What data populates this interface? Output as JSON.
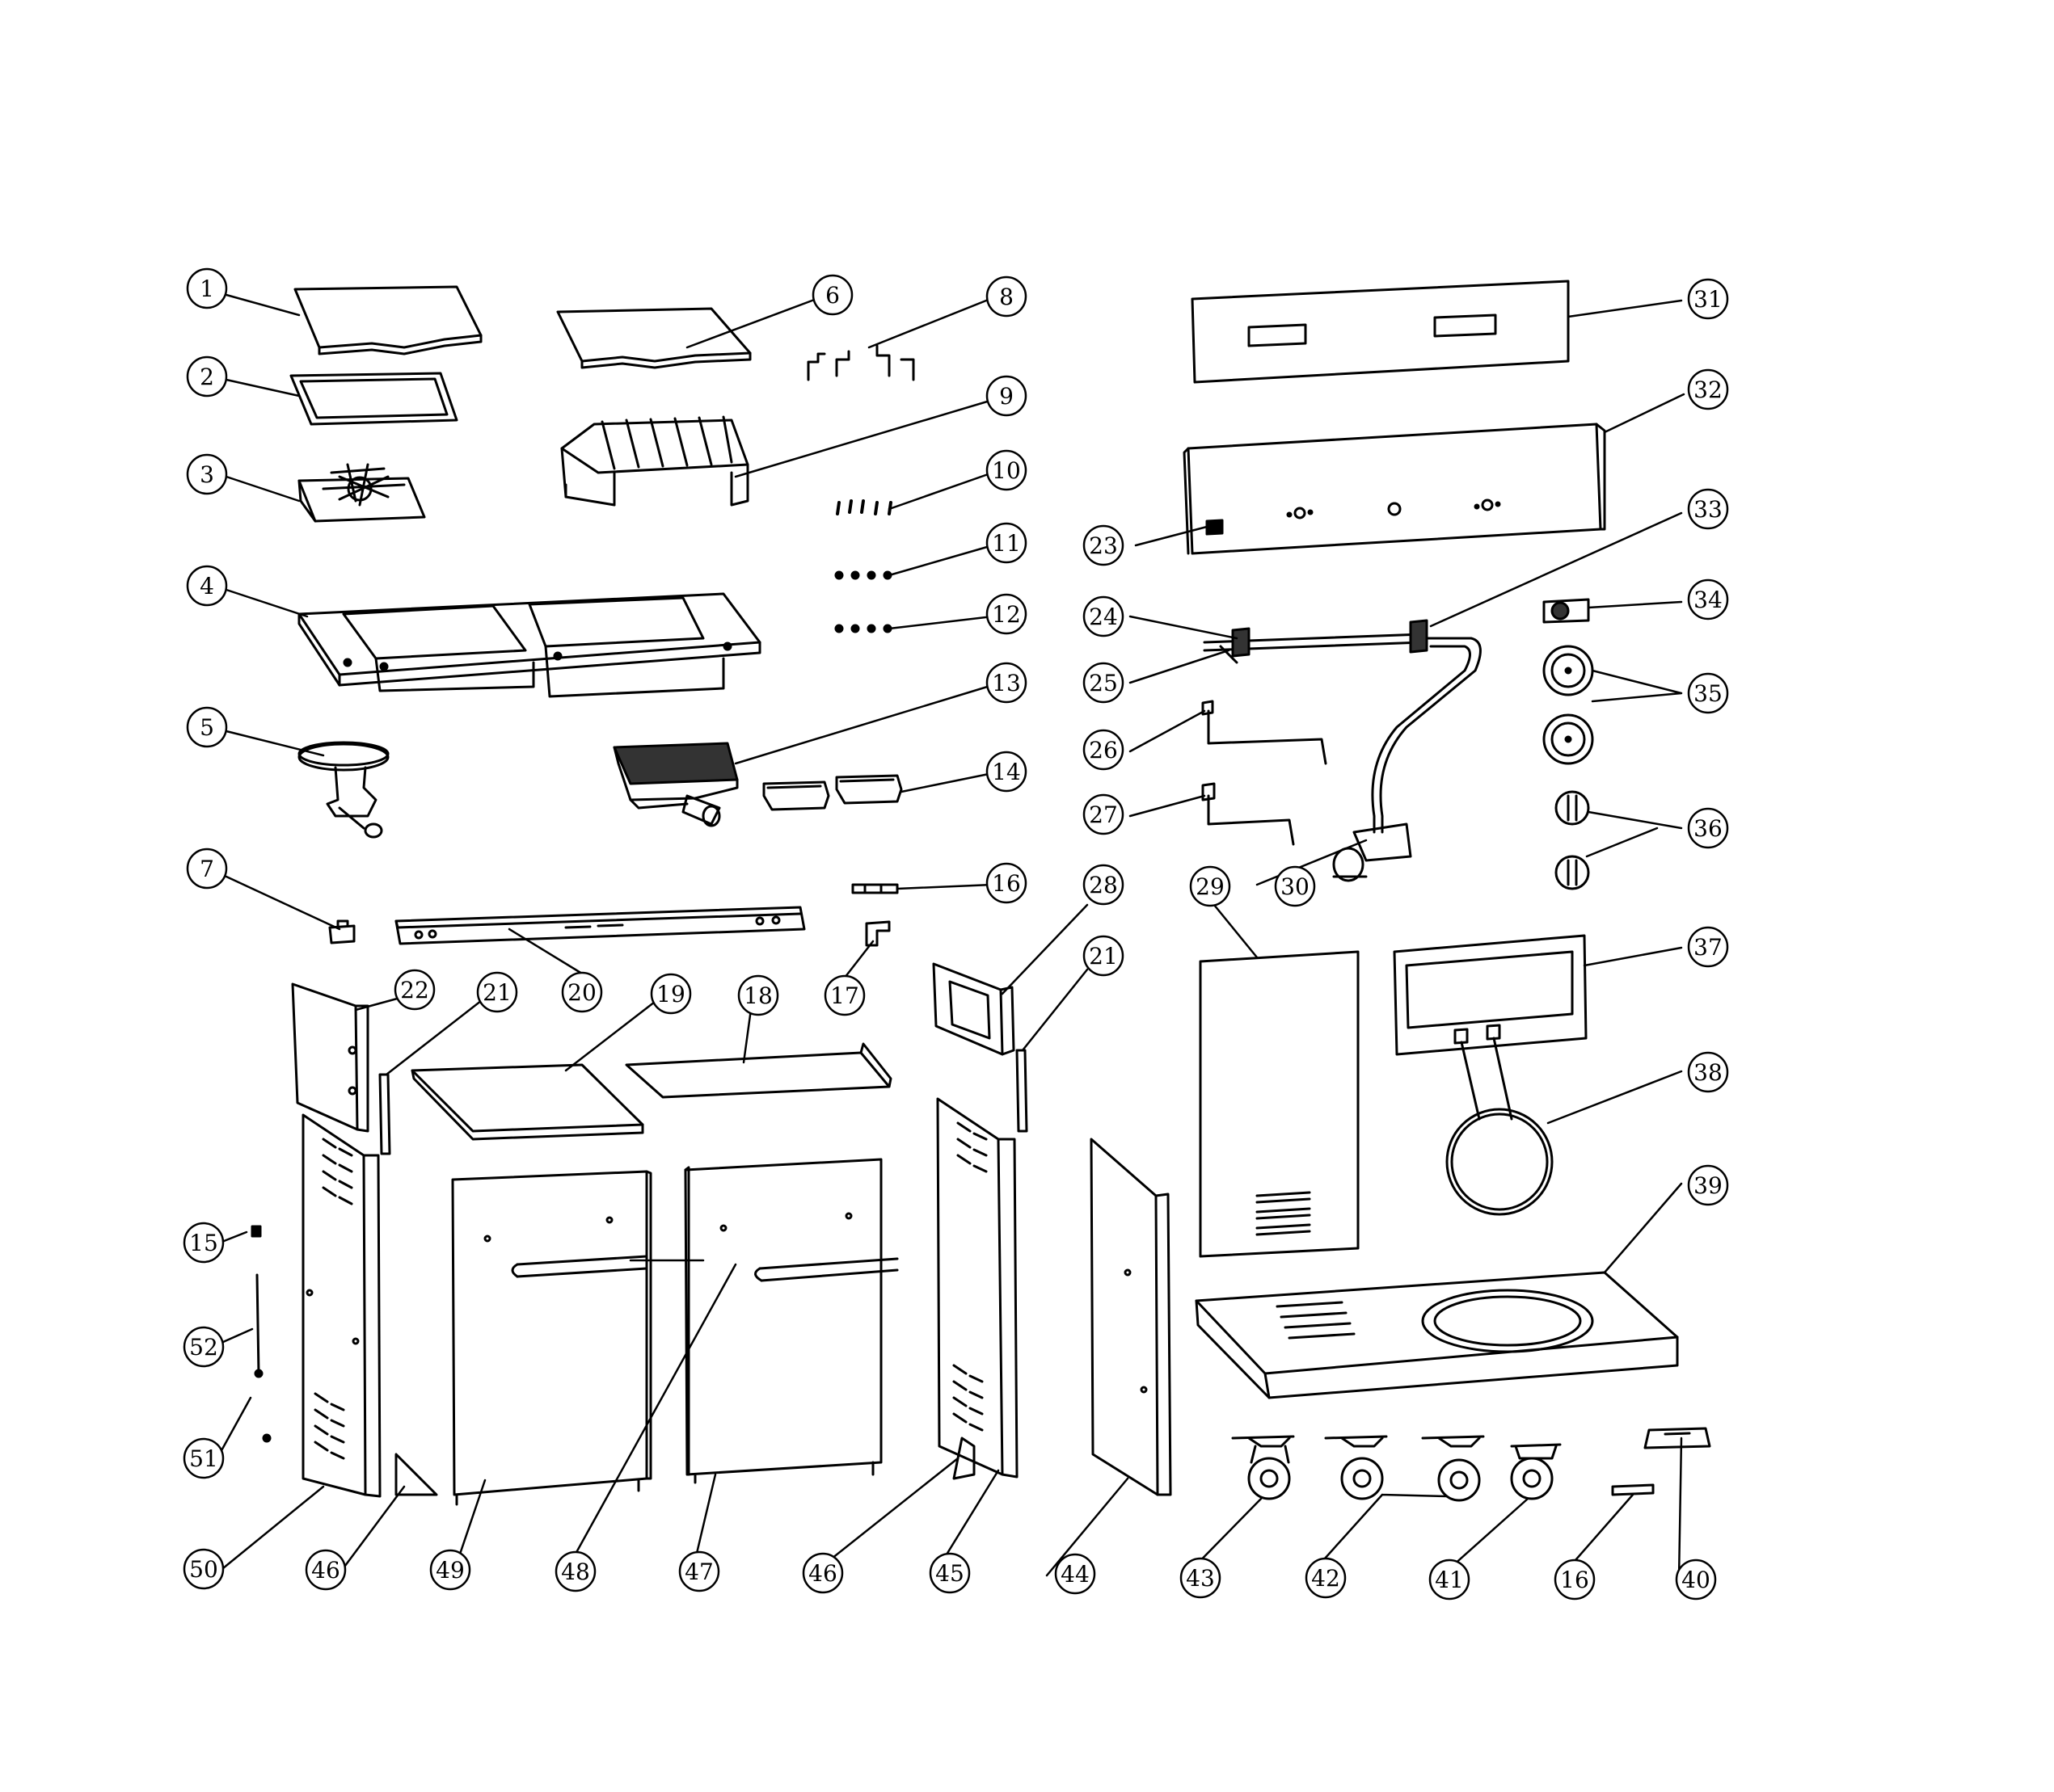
{
  "diagram": {
    "type": "exploded-parts-diagram",
    "line_color": "#000000",
    "background": "#ffffff",
    "callouts": [
      "1",
      "2",
      "3",
      "4",
      "5",
      "6",
      "7",
      "8",
      "9",
      "10",
      "11",
      "12",
      "13",
      "14",
      "15",
      "16",
      "17",
      "18",
      "19",
      "20",
      "21",
      "22",
      "23",
      "24",
      "25",
      "26",
      "27",
      "28",
      "29",
      "30",
      "31",
      "32",
      "33",
      "34",
      "35",
      "36",
      "37",
      "38",
      "39",
      "40",
      "41",
      "42",
      "43",
      "44",
      "45",
      "46",
      "47",
      "48",
      "49",
      "50",
      "51",
      "52"
    ]
  }
}
